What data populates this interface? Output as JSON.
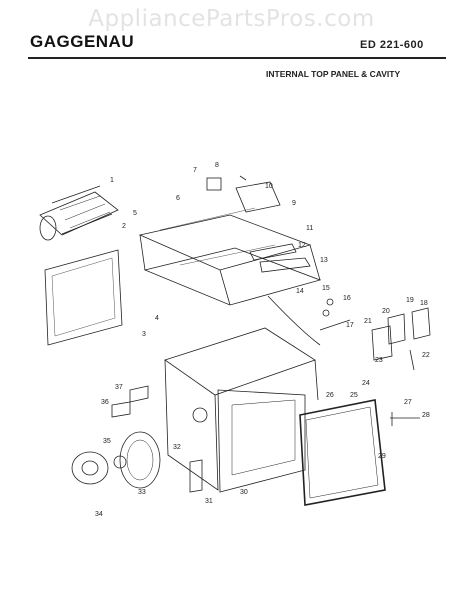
{
  "watermark": "AppliancePartsPros.com",
  "header": {
    "brand": "GAGGENAU",
    "model": "ED 221-600",
    "subtitle": "INTERNAL TOP PANEL & CAVITY"
  },
  "callouts": [
    "1",
    "2",
    "3",
    "4",
    "5",
    "6",
    "7",
    "8",
    "9",
    "10",
    "11",
    "12",
    "13",
    "14",
    "15",
    "16",
    "17",
    "18",
    "19",
    "20",
    "21",
    "22",
    "23",
    "24",
    "25",
    "26",
    "27",
    "28",
    "29",
    "30",
    "31",
    "32",
    "33",
    "34",
    "35",
    "36",
    "37"
  ]
}
